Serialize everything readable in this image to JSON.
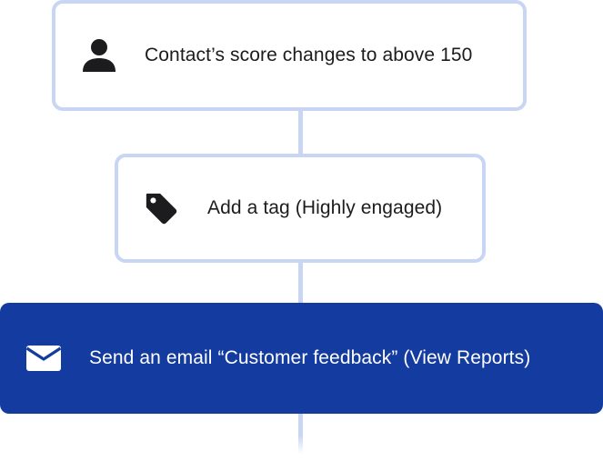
{
  "workflow": {
    "steps": [
      {
        "type": "trigger",
        "icon": "person-icon",
        "label": "Contact’s score changes to above 150"
      },
      {
        "type": "action",
        "icon": "tag-icon",
        "label": "Add a tag (Highly engaged)"
      },
      {
        "type": "action",
        "icon": "envelope-icon",
        "label": "Send an email “Customer feedback” (View Reports)",
        "highlighted": true
      }
    ]
  },
  "colors": {
    "connector": "#c8d6f3",
    "card_border": "#c8d6f3",
    "highlight_background": "#143b9f",
    "text_dark": "#1c1c1e",
    "text_light": "#ffffff"
  }
}
